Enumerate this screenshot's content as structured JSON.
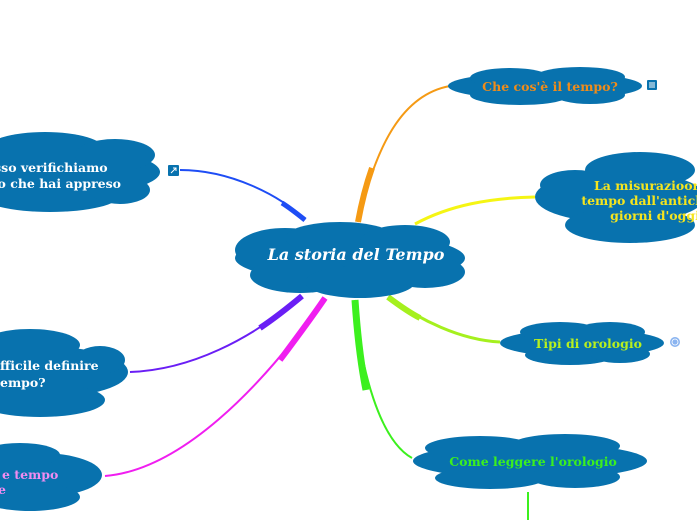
{
  "central": {
    "title": "La storia del Tempo"
  },
  "nodes": [
    {
      "id": "verifica",
      "lines": [
        "esso verifichiamo",
        "lo che hai appreso"
      ],
      "color": "#ffffff",
      "line_color": "#1e4df5",
      "icon": "external-link-icon"
    },
    {
      "id": "che-cos-e",
      "lines": [
        "Che cos'è il tempo?"
      ],
      "color": "#f08c1a",
      "line_color": "#f59a14",
      "icon": "note-icon"
    },
    {
      "id": "misurazione",
      "lines": [
        "La misurazioon",
        "tempo dall'antich",
        "giorni d'oggi"
      ],
      "color": "#f5e51e",
      "line_color": "#f5f514"
    },
    {
      "id": "tipi",
      "lines": [
        "Tipi di orologio"
      ],
      "color": "#b8f01e",
      "line_color": "#a5f01e",
      "icon": "target-icon"
    },
    {
      "id": "difficile",
      "lines": [
        "fficile definire",
        "empo?"
      ],
      "color": "#ffffff",
      "line_color": "#6a1ef5"
    },
    {
      "id": "leggere",
      "lines": [
        "Come leggere l'orologio"
      ],
      "color": "#3cf01e",
      "line_color": "#3cf01e"
    },
    {
      "id": "tempo",
      "lines": [
        "e tempo",
        "e"
      ],
      "color": "#f08cf0",
      "line_color": "#f01ef0"
    }
  ]
}
